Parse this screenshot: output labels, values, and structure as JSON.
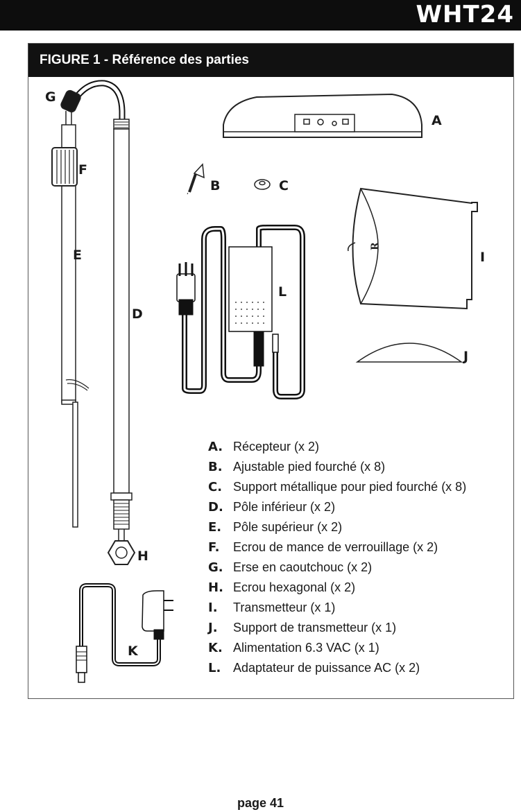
{
  "header": {
    "model": "WHT24"
  },
  "figure": {
    "title": "FIGURE 1 - Référence des parties",
    "callouts": {
      "A": "A",
      "B": "B",
      "C": "C",
      "D": "D",
      "E": "E",
      "F": "F",
      "G": "G",
      "H": "H",
      "I": "I",
      "J": "J",
      "K": "K",
      "L": "L"
    },
    "parts": [
      {
        "letter": "A",
        "text": "Récepteur  (x 2)"
      },
      {
        "letter": "B",
        "text": "Ajustable pied fourché (x 8)"
      },
      {
        "letter": "C",
        "text": "Support métallique pour pied fourché (x 8)"
      },
      {
        "letter": "D",
        "text": "Pôle inférieur (x 2)"
      },
      {
        "letter": "E",
        "text": "Pôle supérieur (x 2)"
      },
      {
        "letter": "F",
        "text": "Ecrou de mance de verrouillage (x 2)"
      },
      {
        "letter": "G",
        "text": "Erse en caoutchouc (x 2)"
      },
      {
        "letter": "H",
        "text": "Ecrou hexagonal (x 2)"
      },
      {
        "letter": "I",
        "text": "Transmetteur (x 1)"
      },
      {
        "letter": "J",
        "text": "Support de transmetteur (x 1)"
      },
      {
        "letter": "K",
        "text": "Alimentation 6.3 VAC (x 1)"
      },
      {
        "letter": "L",
        "text": "Adaptateur de puissance AC (x 2)"
      }
    ]
  },
  "footer": {
    "page": "page 41"
  }
}
